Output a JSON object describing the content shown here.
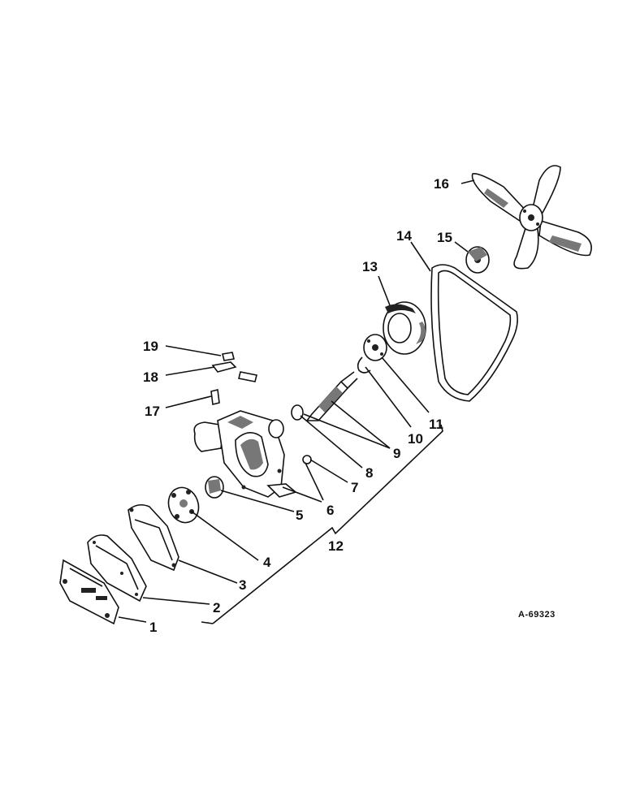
{
  "drawing_ref": "A-69323",
  "parts": [
    {
      "id": "1",
      "label": "1"
    },
    {
      "id": "2",
      "label": "2"
    },
    {
      "id": "3",
      "label": "3"
    },
    {
      "id": "4",
      "label": "4"
    },
    {
      "id": "5",
      "label": "5"
    },
    {
      "id": "6",
      "label": "6"
    },
    {
      "id": "7",
      "label": "7"
    },
    {
      "id": "8",
      "label": "8"
    },
    {
      "id": "9",
      "label": "9"
    },
    {
      "id": "10",
      "label": "10"
    },
    {
      "id": "11",
      "label": "11"
    },
    {
      "id": "12",
      "label": "12"
    },
    {
      "id": "13",
      "label": "13"
    },
    {
      "id": "14",
      "label": "14"
    },
    {
      "id": "15",
      "label": "15"
    },
    {
      "id": "16",
      "label": "16"
    },
    {
      "id": "17",
      "label": "17"
    },
    {
      "id": "18",
      "label": "18"
    },
    {
      "id": "19",
      "label": "19"
    }
  ]
}
